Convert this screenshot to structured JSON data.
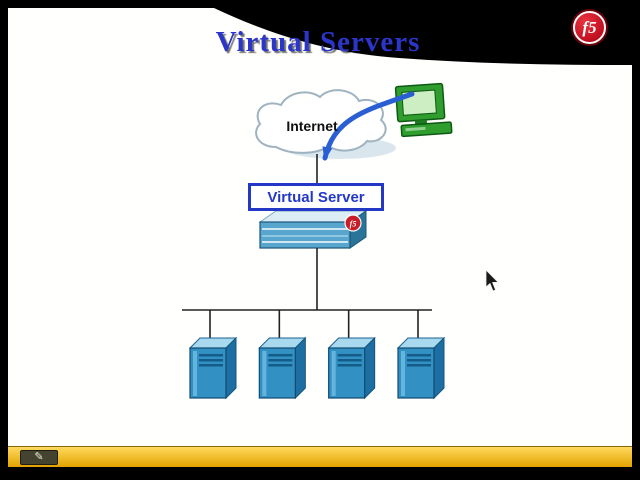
{
  "slide": {
    "title": "Virtual Servers"
  },
  "branding": {
    "logo_text": "f5"
  },
  "diagram": {
    "internet_label": "Internet",
    "virtual_server_label": "Virtual Server",
    "appliance_logo": "f5",
    "server_count": 4
  },
  "toolbar": {
    "pen_icon": "✎"
  },
  "colors": {
    "title_blue": "#2b35c8",
    "label_blue": "#2438c8",
    "f5_red": "#c81e28",
    "arrow_blue": "#2a5fd4",
    "server_blue": "#3390c2",
    "computer_green": "#2f9e2f",
    "toolbar_yellow": "#edb100"
  }
}
